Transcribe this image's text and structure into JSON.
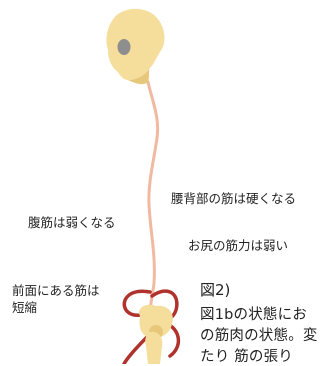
{
  "labels": {
    "lower_back": "腰背部の筋は硬くなる",
    "abdominal": "腹筋は弱くなる",
    "glutes": "お尻の筋力は弱い",
    "front_line1": "前面にある筋は",
    "front_line2": "短縮"
  },
  "figure": {
    "title": "図2)",
    "caption_line1": "図1bの状態にお",
    "caption_line2": "の筋肉の状態。変",
    "caption_line3": "たり 筋の張り"
  },
  "colors": {
    "muscle": "#b0322d",
    "bone": "#f5dd9c",
    "bone_shadow": "#e7c77a",
    "spine": "#f2b9a1",
    "eye": "#8e8e8e",
    "text": "#222222"
  },
  "icons": [
    "skull-icon",
    "pelvis-icon",
    "femur-icon"
  ]
}
